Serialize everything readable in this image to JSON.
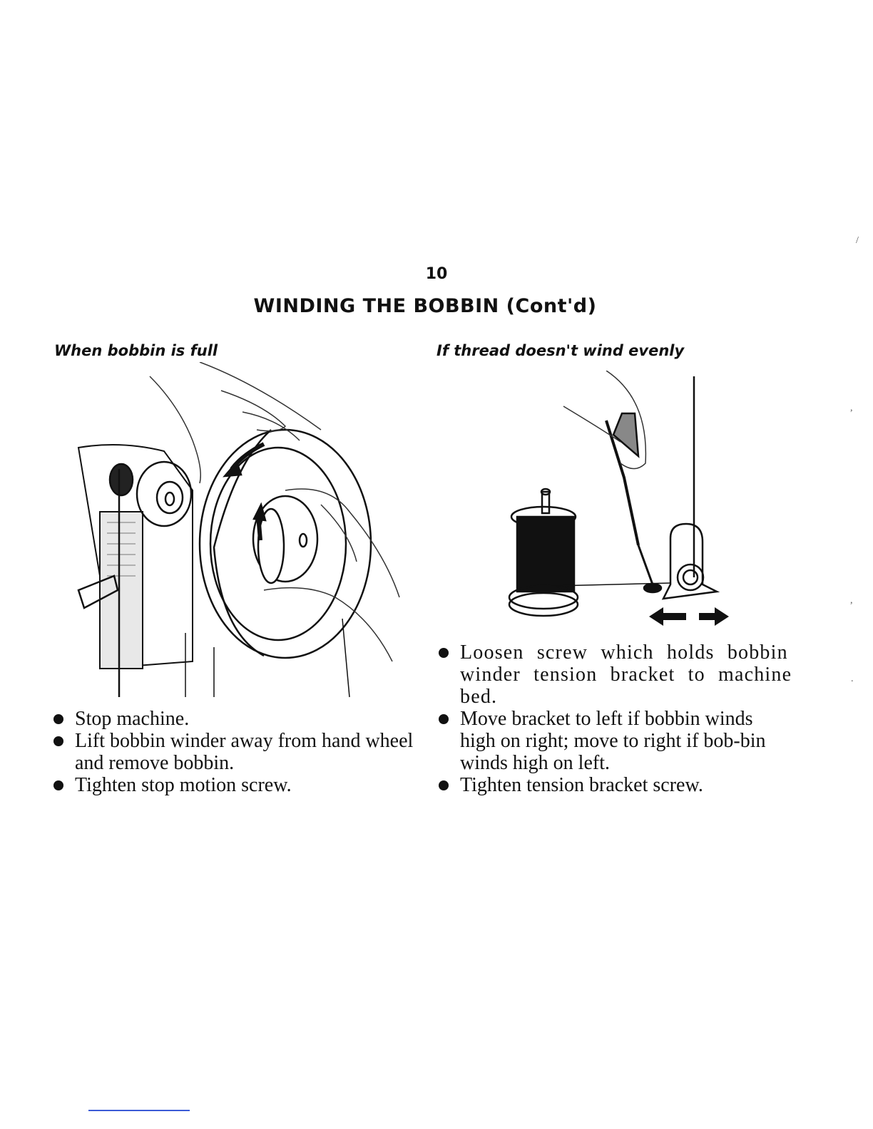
{
  "page": {
    "number": "10",
    "title": "WINDING THE BOBBIN (Cont'd)"
  },
  "left_column": {
    "heading": "When bobbin is full",
    "illustration": "hand-wheel-illustration",
    "bullets": [
      "Stop machine.",
      "Lift bobbin winder away from hand wheel and remove bobbin.",
      "Tighten stop motion screw."
    ]
  },
  "right_column": {
    "heading": "If thread doesn't wind evenly",
    "illustration": "bobbin-winder-bracket-illustration",
    "bullets": [
      "Loosen screw which holds bobbin winder tension bracket to machine bed.",
      "Move bracket to left if bobbin winds high on right; move to right if bob-bin winds high on left.",
      "Tighten tension bracket screw."
    ]
  },
  "colors": {
    "ink": "#111111",
    "paper": "#ffffff",
    "scan_line": "#3b5bd6"
  }
}
